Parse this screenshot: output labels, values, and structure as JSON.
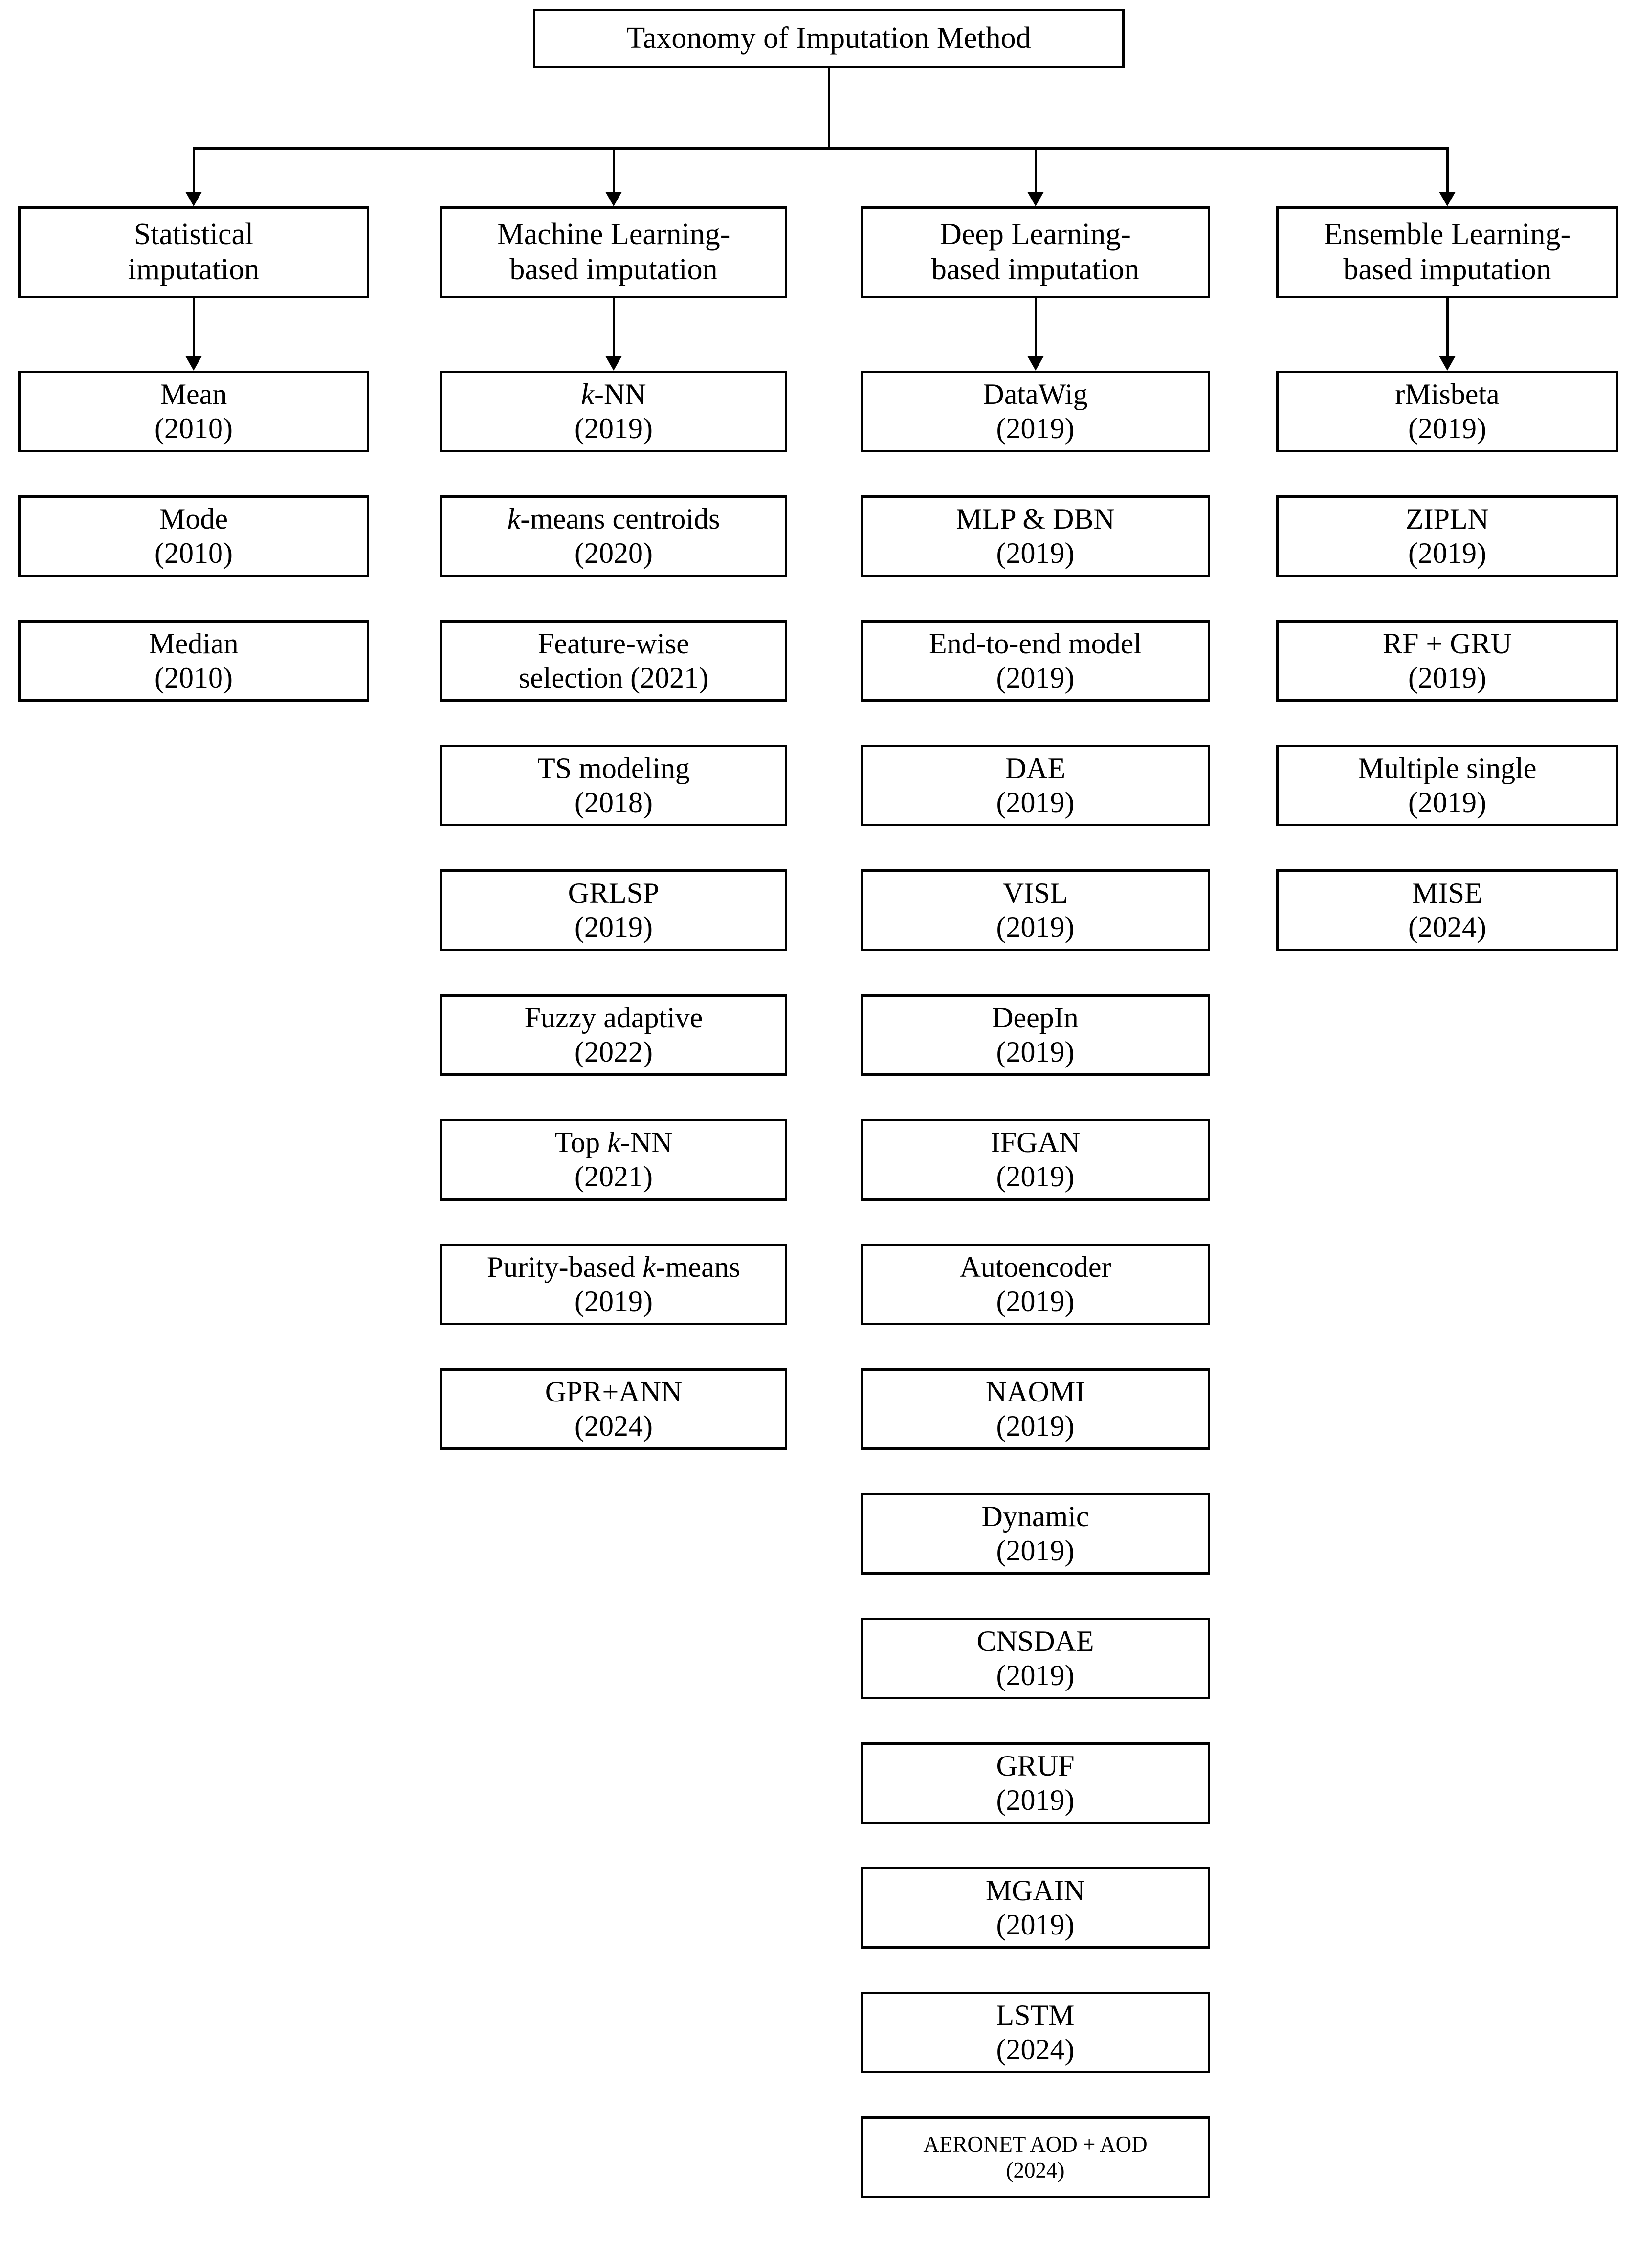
{
  "diagram": {
    "title": "Taxonomy of Imputation Method",
    "root": {
      "label": "Taxonomy of Imputation Method"
    },
    "categories": [
      {
        "id": "statistical",
        "line1": "Statistical",
        "line2": "imputation",
        "items": [
          {
            "name": "Mean",
            "year": "(2010)"
          },
          {
            "name": "Mode",
            "year": "(2010)"
          },
          {
            "name": "Median",
            "year": "(2010)"
          }
        ]
      },
      {
        "id": "machine-learning",
        "line1": "Machine Learning-",
        "line2": "based imputation",
        "items": [
          {
            "name": "k-NN",
            "year": "(2019)",
            "italic_prefix": "k",
            "rest": "-NN"
          },
          {
            "name": "k-means centroids",
            "year": "(2020)",
            "italic_prefix": "k",
            "rest": "-means centroids"
          },
          {
            "name": "Feature-wise",
            "year": "selection (2021)"
          },
          {
            "name": "TS modeling",
            "year": "(2018)"
          },
          {
            "name": "GRLSP",
            "year": "(2019)"
          },
          {
            "name": "Fuzzy adaptive",
            "year": "(2022)"
          },
          {
            "name": "Top k-NN",
            "year": "(2021)",
            "pre": "Top ",
            "italic_prefix": "k",
            "rest": "-NN"
          },
          {
            "name": "Purity-based k-means",
            "year": "(2019)",
            "pre": "Purity-based ",
            "italic_prefix": "k",
            "rest": "-means"
          },
          {
            "name": "GPR+ANN",
            "year": "(2024)"
          }
        ]
      },
      {
        "id": "deep-learning",
        "line1": "Deep Learning-",
        "line2": "based imputation",
        "items": [
          {
            "name": "DataWig",
            "year": "(2019)"
          },
          {
            "name": "MLP & DBN",
            "year": "(2019)"
          },
          {
            "name": "End-to-end model",
            "year": "(2019)"
          },
          {
            "name": "DAE",
            "year": "(2019)"
          },
          {
            "name": "VISL",
            "year": "(2019)"
          },
          {
            "name": "DeepIn",
            "year": "(2019)"
          },
          {
            "name": "IFGAN",
            "year": "(2019)"
          },
          {
            "name": "Autoencoder",
            "year": "(2019)"
          },
          {
            "name": "NAOMI",
            "year": "(2019)"
          },
          {
            "name": "Dynamic",
            "year": "(2019)"
          },
          {
            "name": "CNSDAE",
            "year": "(2019)"
          },
          {
            "name": "GRUF",
            "year": "(2019)"
          },
          {
            "name": "MGAIN",
            "year": "(2019)"
          },
          {
            "name": "LSTM",
            "year": "(2024)"
          },
          {
            "name": "AERONET AOD + AOD",
            "year": "(2024)",
            "small": true
          }
        ]
      },
      {
        "id": "ensemble-learning",
        "line1": "Ensemble Learning-",
        "line2": "based imputation",
        "items": [
          {
            "name": "rMisbeta",
            "year": "(2019)"
          },
          {
            "name": "ZIPLN",
            "year": "(2019)"
          },
          {
            "name": "RF + GRU",
            "year": "(2019)"
          },
          {
            "name": "Multiple single",
            "year": "(2019)"
          },
          {
            "name": "MISE",
            "year": "(2024)"
          }
        ]
      }
    ],
    "colors": {
      "stroke": "#000000",
      "fill": "#ffffff",
      "text": "#000000"
    }
  }
}
